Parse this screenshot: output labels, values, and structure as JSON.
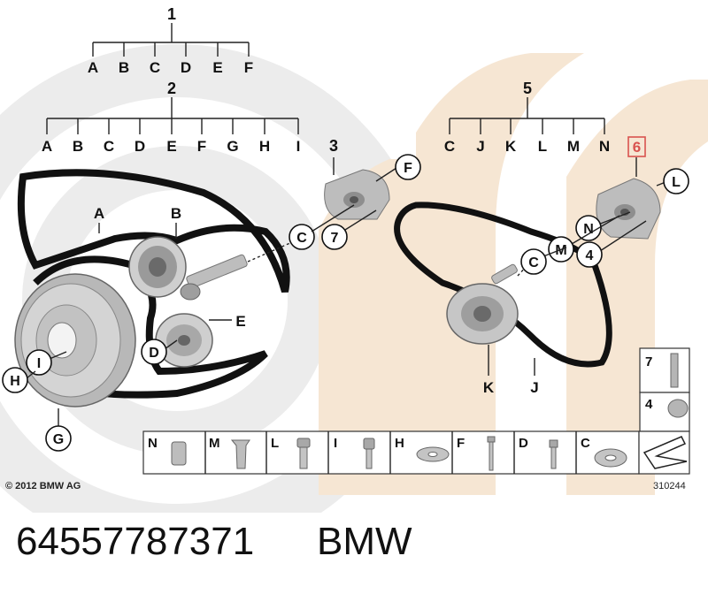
{
  "diagram": {
    "groups": [
      {
        "label": "1",
        "items": [
          "A",
          "B",
          "C",
          "D",
          "E",
          "F"
        ]
      },
      {
        "label": "2",
        "items": [
          "A",
          "B",
          "C",
          "D",
          "E",
          "F",
          "G",
          "H",
          "I"
        ]
      },
      {
        "label": "5",
        "items": [
          "C",
          "J",
          "K",
          "L",
          "M",
          "N"
        ]
      }
    ],
    "single_labels": {
      "three": "3",
      "six": "6",
      "a": "A",
      "b": "B",
      "e": "E",
      "j": "J",
      "k": "K"
    },
    "callouts": {
      "f": "F",
      "c_left": "C",
      "seven": "7",
      "d": "D",
      "h": "H",
      "i": "I",
      "g": "G",
      "l": "L",
      "n": "N",
      "m": "M",
      "four": "4",
      "c_right": "C"
    },
    "parts_strip": [
      "N",
      "M",
      "L",
      "I",
      "H",
      "F",
      "D",
      "C"
    ],
    "side_parts": [
      "7",
      "4"
    ],
    "copyright": "© 2012 BMW AG",
    "diagram_number": "310244",
    "highlight_color": "#d9534f"
  },
  "footer": {
    "part_number": "64557787371",
    "brand": "BMW"
  }
}
